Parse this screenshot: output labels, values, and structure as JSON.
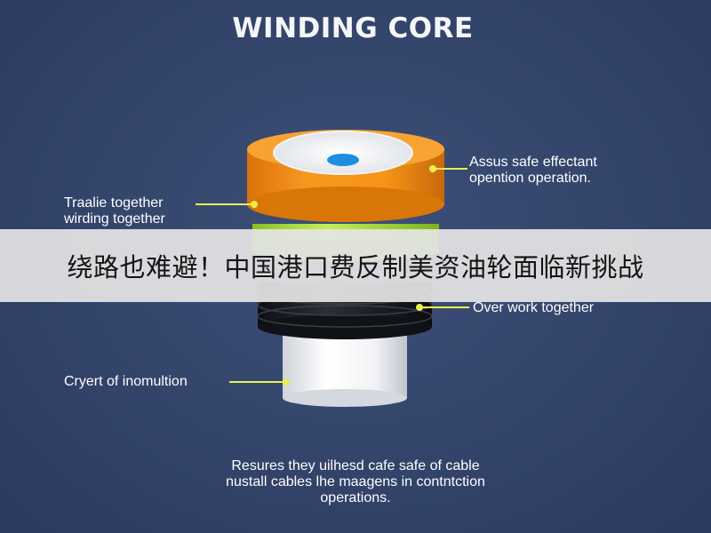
{
  "diagram": {
    "title": "WINDING CORE",
    "labels": {
      "right_top": [
        "Assus safe effectant",
        "opention operation."
      ],
      "left_top": [
        "Traalie together",
        "wirding together"
      ],
      "right_mid": [
        "Over work together"
      ],
      "left_bottom": [
        "Cryert of inomultion"
      ]
    },
    "bottom_note": [
      "Resures they uilhesd cafe safe of cable",
      "nustall cables lhe maagens in contntction",
      "operations."
    ]
  },
  "banner": {
    "text": "绕路也难避！中国港口费反制美资油轮面临新挑战"
  }
}
